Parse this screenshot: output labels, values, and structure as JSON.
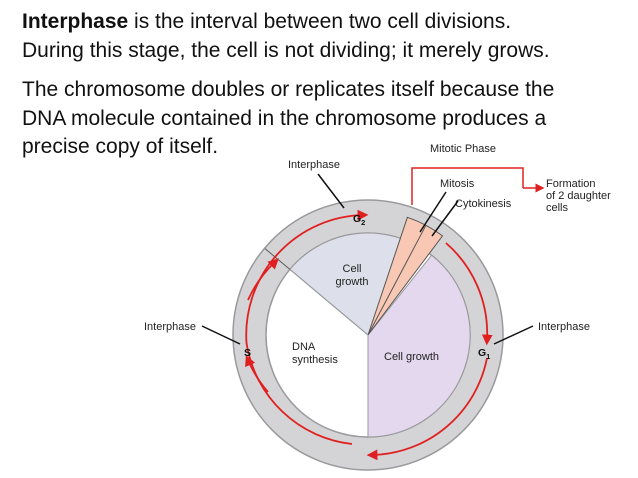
{
  "text": {
    "p1_term": "Interphase",
    "p1_rest_line1": " is the interval between two cell divisions.",
    "p1_line2": "During this stage, the cell is not dividing; it merely grows.",
    "p2_line1": "The chromosome doubles or replicates itself because the",
    "p2_line2": "DNA molecule contained in the chromosome produces a",
    "p2_line3": "precise copy of itself."
  },
  "diagram": {
    "labels": {
      "interphase_top": "Interphase",
      "interphase_left": "Interphase",
      "interphase_right": "Interphase",
      "mitotic_phase": "Mitotic Phase",
      "mitosis": "Mitosis",
      "cytokinesis": "Cytokinesis",
      "formation_line1": "Formation",
      "formation_line2": "of 2 daughter",
      "formation_line3": "cells",
      "cell_growth_top_1": "Cell",
      "cell_growth_top_2": "growth",
      "dna_synthesis_1": "DNA",
      "dna_synthesis_2": "synthesis",
      "cell_growth_right": "Cell growth",
      "g2": "G",
      "g2_sub": "2",
      "g1": "G",
      "g1_sub": "1",
      "s": "S"
    },
    "colors": {
      "outer_ring": "#d4d4d6",
      "ring_outline": "#9a9a9c",
      "g2_sector": "#dde0ea",
      "s_sector": "#88b9d9",
      "g1_sector": "#e3d8ee",
      "mitotic_wedge": "#f8c8b4",
      "cycle_arrow": "#e02020",
      "bracket": "#e02020"
    }
  }
}
